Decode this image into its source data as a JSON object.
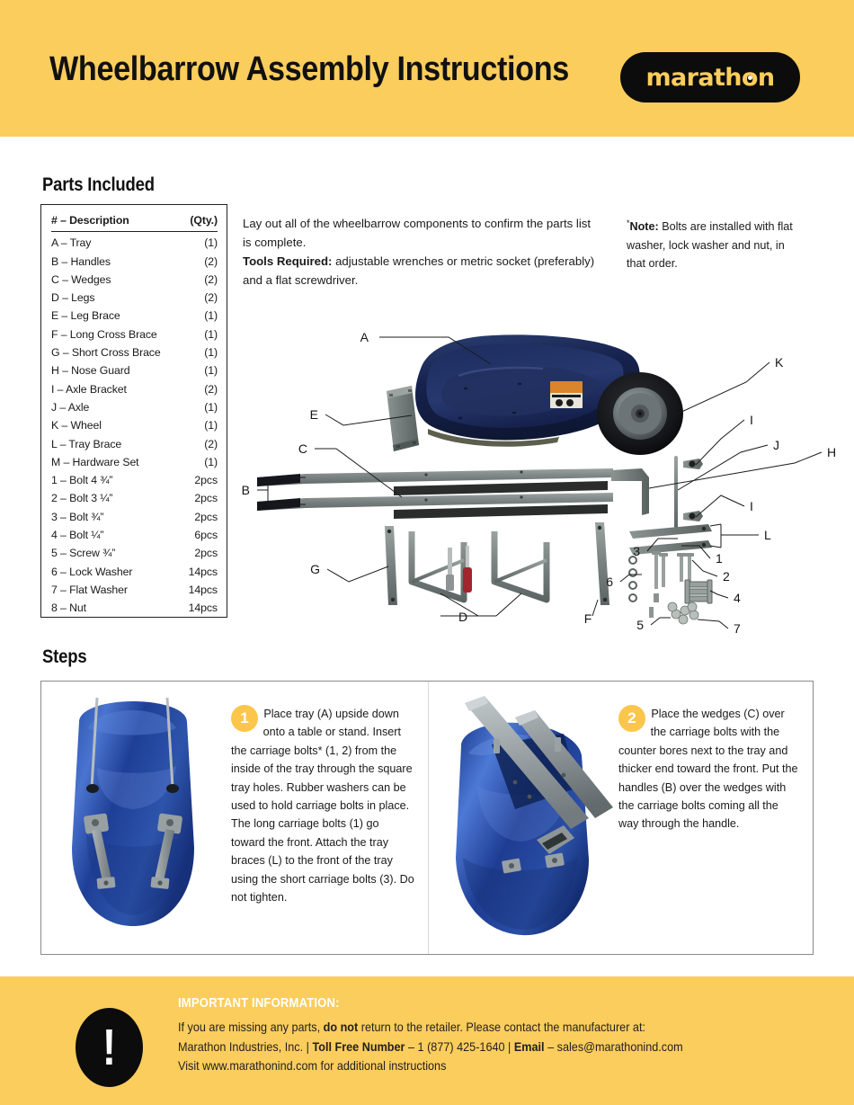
{
  "header": {
    "title": "Wheelbarrow Assembly Instructions",
    "logo_text": "marathon",
    "background_color": "#fbcd5c"
  },
  "parts_section": {
    "heading": "Parts Included",
    "table": {
      "col_description": "# – Description",
      "col_qty": "(Qty.)",
      "rows": [
        {
          "desc": "A – Tray",
          "qty": "(1)"
        },
        {
          "desc": "B – Handles",
          "qty": "(2)"
        },
        {
          "desc": "C – Wedges",
          "qty": "(2)"
        },
        {
          "desc": "D – Legs",
          "qty": "(2)"
        },
        {
          "desc": "E – Leg Brace",
          "qty": "(1)"
        },
        {
          "desc": "F – Long Cross Brace",
          "qty": "(1)"
        },
        {
          "desc": "G – Short Cross Brace",
          "qty": "(1)"
        },
        {
          "desc": "H – Nose Guard",
          "qty": "(1)"
        },
        {
          "desc": "I – Axle Bracket",
          "qty": "(2)"
        },
        {
          "desc": "J – Axle",
          "qty": "(1)"
        },
        {
          "desc": "K – Wheel",
          "qty": "(1)"
        },
        {
          "desc": "L – Tray Brace",
          "qty": "(2)"
        },
        {
          "desc": "M – Hardware Set",
          "qty": "(1)"
        },
        {
          "desc": "1 – Bolt 4  ¾”",
          "qty": "2pcs"
        },
        {
          "desc": "2 – Bolt 3  ¼”",
          "qty": "2pcs"
        },
        {
          "desc": "3 – Bolt ¾”",
          "qty": "2pcs"
        },
        {
          "desc": "4 – Bolt ¼”",
          "qty": "6pcs"
        },
        {
          "desc": "5 – Screw ¾”",
          "qty": "2pcs"
        },
        {
          "desc": "6 – Lock Washer",
          "qty": "14pcs"
        },
        {
          "desc": "7 – Flat Washer",
          "qty": "14pcs"
        },
        {
          "desc": "8 – Nut",
          "qty": "14pcs"
        }
      ]
    }
  },
  "intro": {
    "line1": "Lay out all of the wheelbarrow components to confirm the parts list is complete.",
    "tools_label": "Tools Required:",
    "tools_text": " adjustable wrenches or metric socket (preferably) and a flat screwdriver."
  },
  "note": {
    "star": "*",
    "label": "Note:",
    "text": " Bolts are installed with flat washer, lock washer and nut, in that order."
  },
  "diagram": {
    "labels": [
      "A",
      "E",
      "C",
      "B",
      "G",
      "D",
      "F",
      "K",
      "I",
      "J",
      "H",
      "I",
      "L",
      "3",
      "1",
      "2",
      "6",
      "4",
      "5",
      "7"
    ]
  },
  "steps_section": {
    "heading": "Steps",
    "steps": [
      {
        "number": "1",
        "text": "Place tray (A) upside down onto a table or stand. Insert the carriage bolts* (1, 2) from the inside of the tray through the square tray holes. Rubber washers can be used to hold carriage bolts in place. The long carriage bolts (1) go toward the front. Attach the tray braces (L) to the front of the tray using the short carriage bolts (3). Do not tighten."
      },
      {
        "number": "2",
        "text": "Place the wedges (C) over the carriage bolts with the counter bores next to the tray and thicker end toward the front.  Put the handles (B) over the wedges with the carriage bolts coming all the way through the handle."
      }
    ]
  },
  "footer": {
    "badge_icon": "exclamation-mark",
    "heading": "IMPORTANT INFORMATION:",
    "line1_a": "If you are missing any parts, ",
    "line1_b": "do not",
    "line1_c": " return to the retailer. Please contact the manufacturer at:",
    "line2_a": "Marathon Industries, Inc. | ",
    "line2_b": "Toll Free Number",
    "line2_c": " – 1 (877) 425-1640 | ",
    "line2_d": "Email",
    "line2_e": " – sales@marathonind.com",
    "line3": "Visit www.marathonind.com for additional instructions"
  },
  "colors": {
    "brand_yellow": "#fbcd5c",
    "step_badge": "#fbc64b",
    "black": "#0c0c0c",
    "tray_blue": "#1f3f8f"
  }
}
